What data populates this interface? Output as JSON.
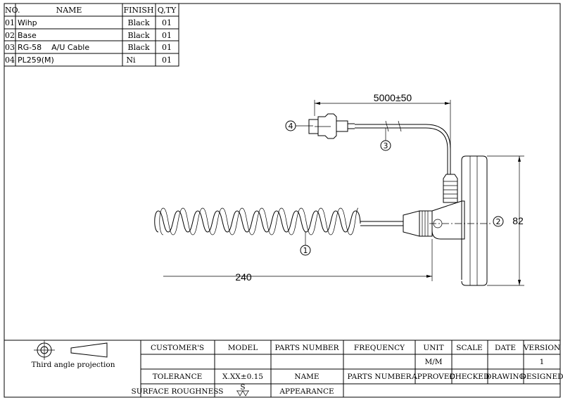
{
  "parts_table": {
    "headers": [
      "NO.",
      "NAME",
      "FINISH",
      "Q,TY"
    ],
    "rows": [
      {
        "no": "01",
        "name": "Wihp",
        "finish": "Black",
        "qty": "01"
      },
      {
        "no": "02",
        "name": "Base",
        "finish": "Black",
        "qty": "01"
      },
      {
        "no": "03",
        "name": "RG-58    A/U Cable",
        "finish": "Black",
        "qty": "01"
      },
      {
        "no": "04",
        "name": "PL259(M)",
        "finish": "Ni",
        "qty": "01"
      }
    ]
  },
  "drawing": {
    "dim_cable": "5000±50",
    "dim_length": "240",
    "dim_height": "82",
    "callouts": [
      "4",
      "3",
      "1",
      "2"
    ]
  },
  "title_block": {
    "projection_label": "Third angle projection",
    "headers": [
      "CUSTOMER'S",
      "MODEL",
      "PARTS NUMBER",
      "FREQUENCY",
      "UNIT",
      "SCALE",
      "DATE",
      "VERSION"
    ],
    "unit_value": "M/M",
    "version_value": "1",
    "tolerance_label": "TOLERANCE",
    "tolerance_value": "X.XX±0.15",
    "name_label": "NAME",
    "parts_number_label": "PARTS NUMBER",
    "approved_label": "APPROVED",
    "checked_label": "CHECKED",
    "drawing_label": "DRAWING",
    "designed_label": "DESIGNED",
    "surface_label": "SURFACE ROUGHNESS",
    "surface_symbol": "S",
    "appearance_label": "APPEARANCE"
  }
}
